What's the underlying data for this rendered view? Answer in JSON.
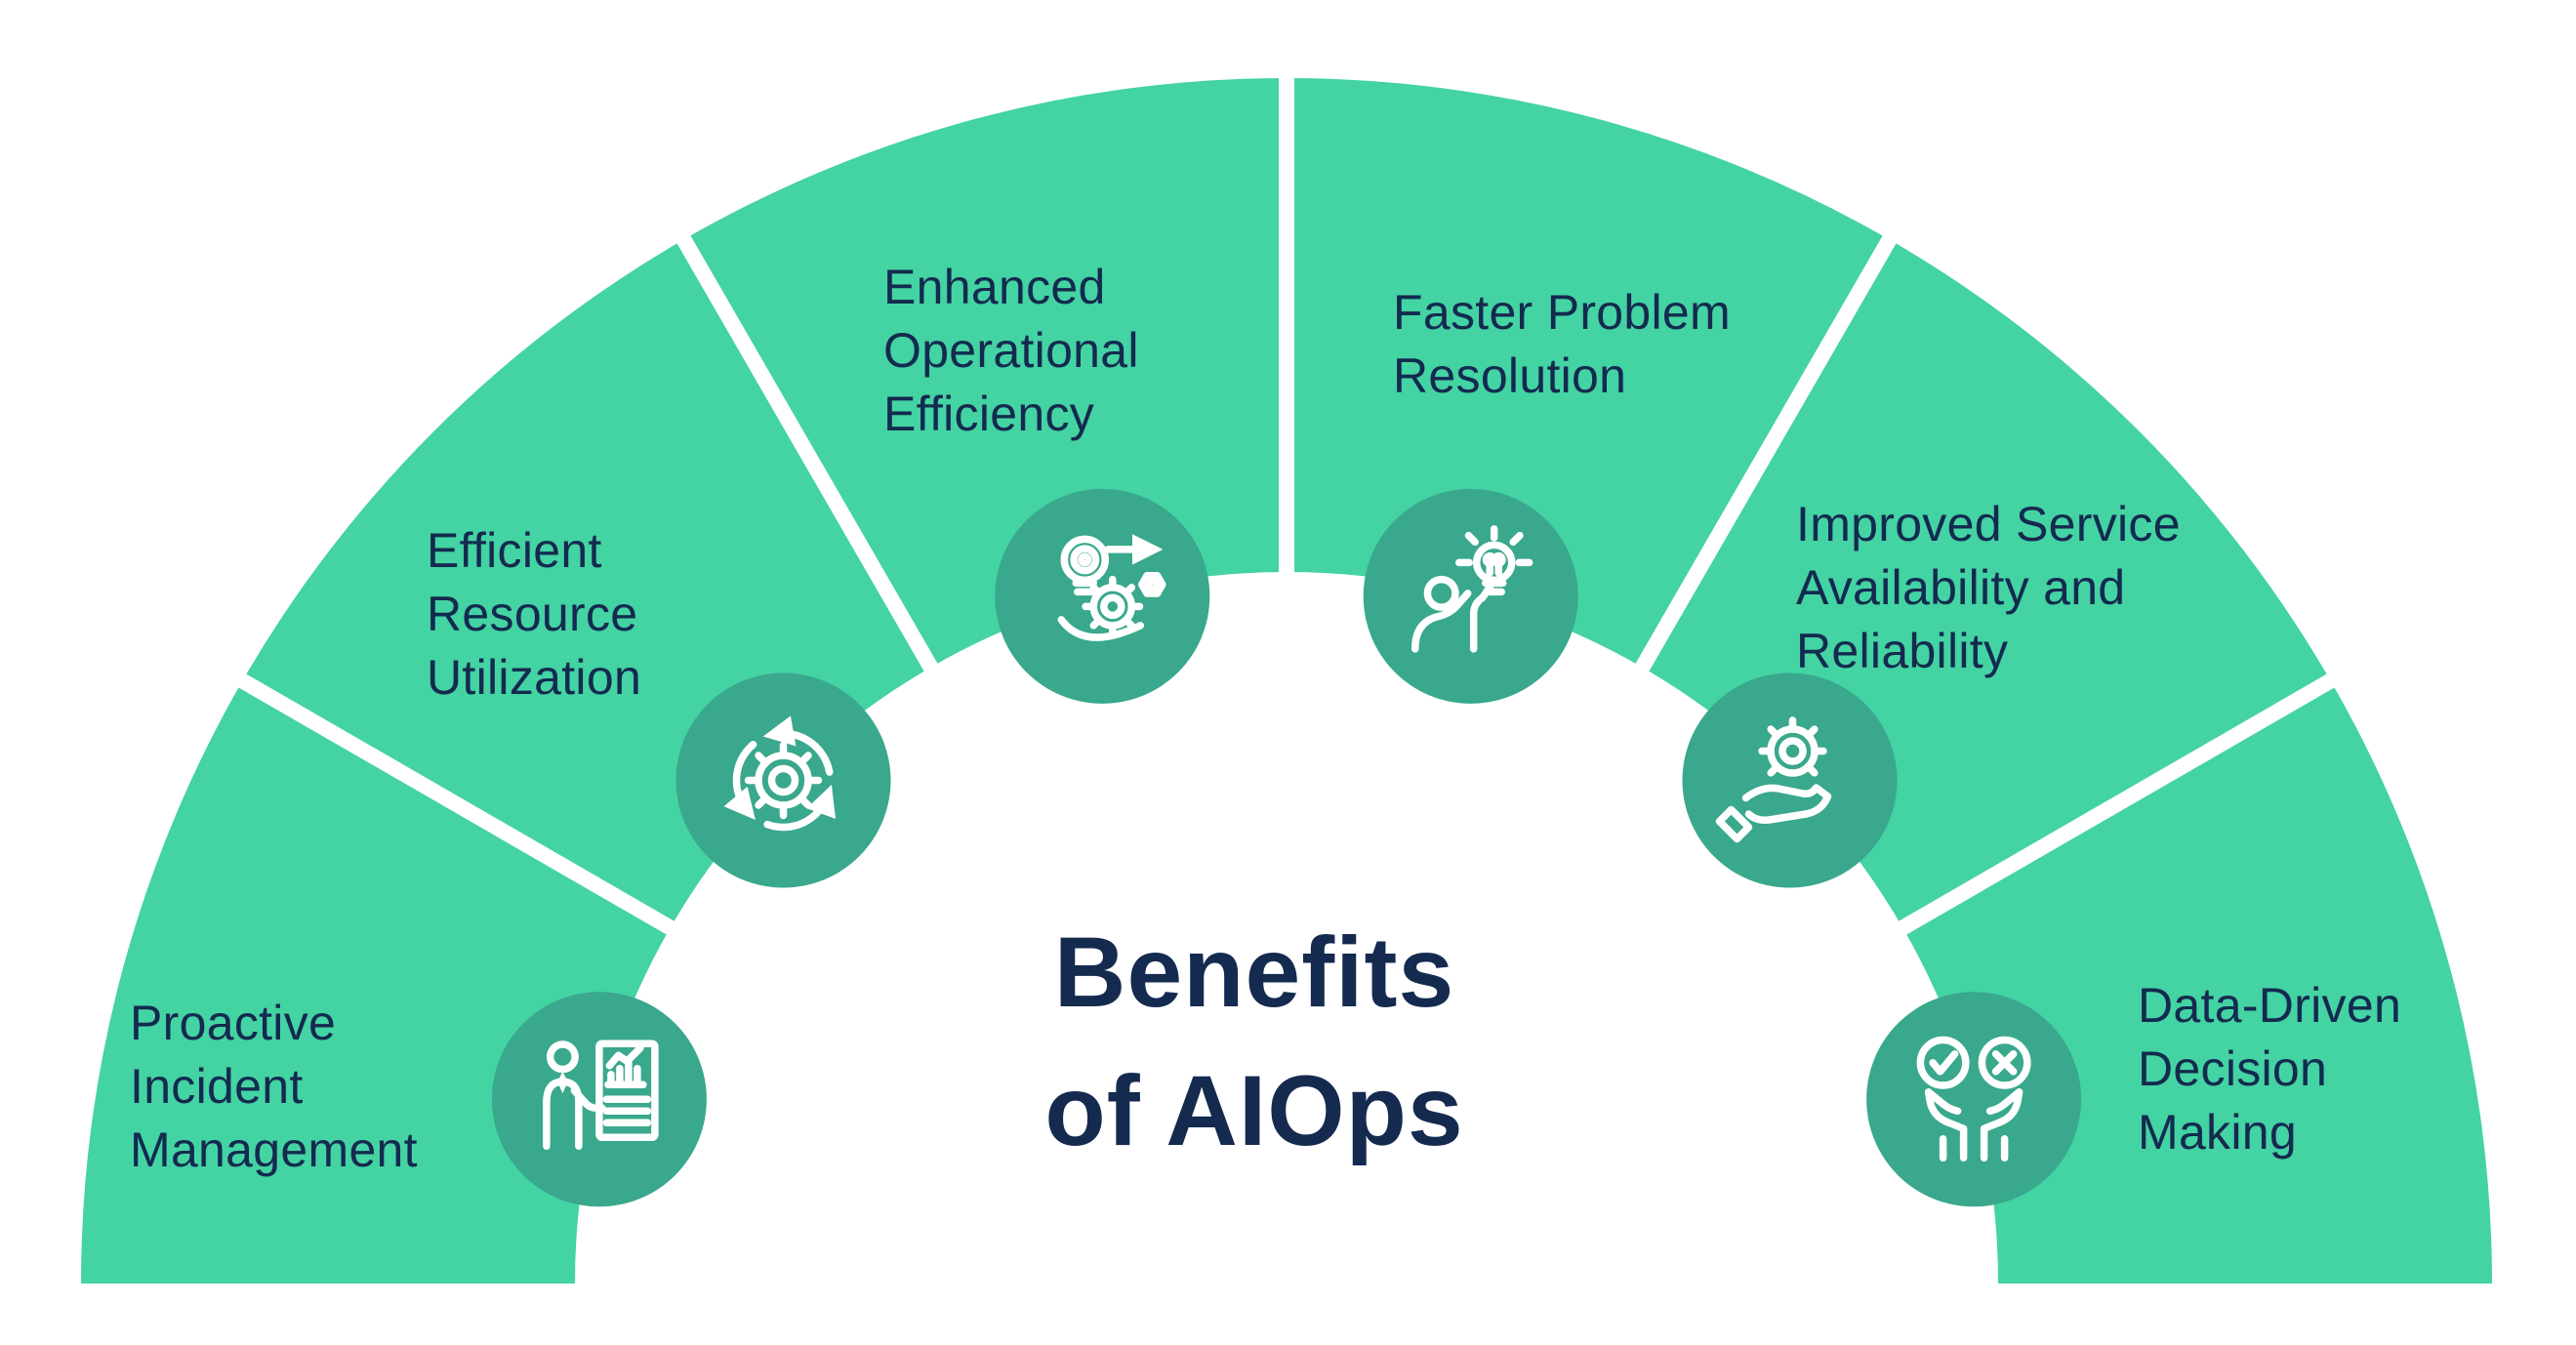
{
  "title": {
    "text": "Benefits\nof AIOps"
  },
  "colors": {
    "segment": "#44D3A3",
    "icon_circle": "#39A88D",
    "text": "#142A4F",
    "icon_stroke": "#FFFFFF",
    "background": "#FFFFFF"
  },
  "segments": [
    {
      "label": "Proactive\nIncident\nManagement",
      "icon": "presenter-chart-icon"
    },
    {
      "label": "Efficient\nResource\nUtilization",
      "icon": "gear-cycle-icon"
    },
    {
      "label": "Enhanced\nOperational\nEfficiency",
      "icon": "idea-gear-process-icon"
    },
    {
      "label": "Faster Problem\nResolution",
      "icon": "person-idea-icon"
    },
    {
      "label": "Improved Service\nAvailability and\nReliability",
      "icon": "hand-gear-icon"
    },
    {
      "label": "Data-Driven\nDecision\nMaking",
      "icon": "hands-approve-reject-icon"
    }
  ]
}
